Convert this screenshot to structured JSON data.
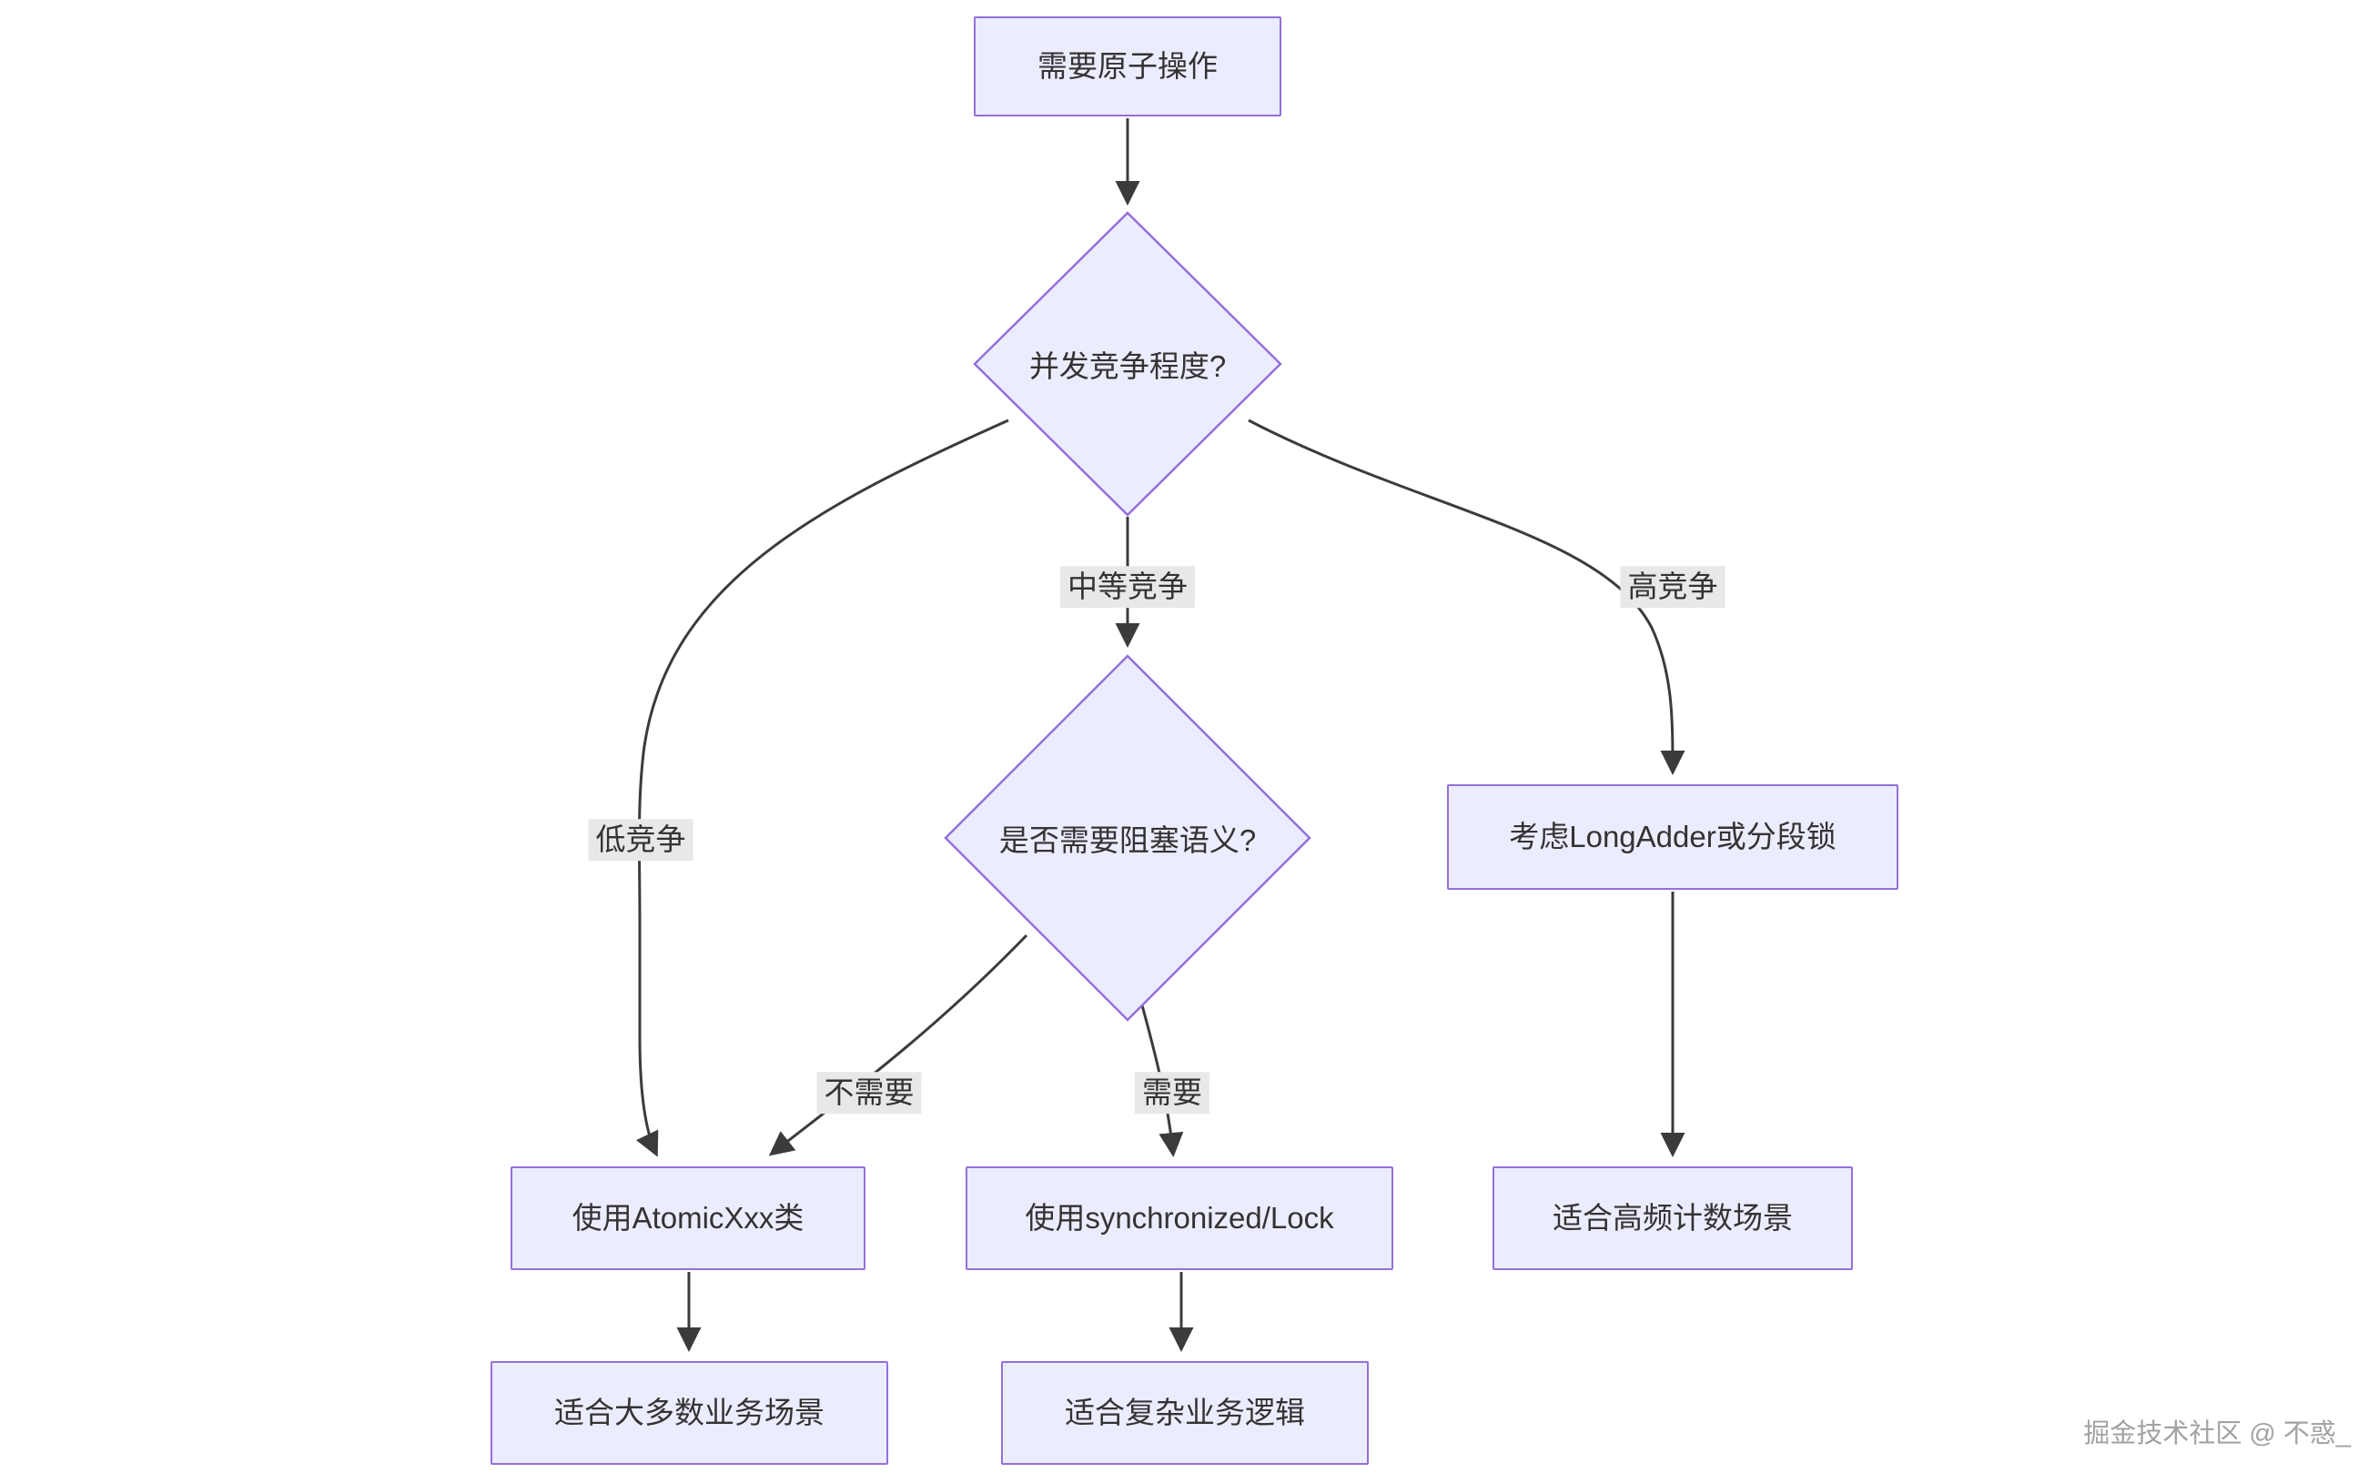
{
  "diagram": {
    "title": "atomic-operation-selection-flowchart",
    "nodes": {
      "start": {
        "label": "需要原子操作"
      },
      "contention": {
        "label": "并发竞争程度?"
      },
      "blocking": {
        "label": "是否需要阻塞语义?"
      },
      "atomic": {
        "label": "使用AtomicXxx类"
      },
      "sync": {
        "label": "使用synchronized/Lock"
      },
      "longadder": {
        "label": "考虑LongAdder或分段锁"
      },
      "most": {
        "label": "适合大多数业务场景"
      },
      "complex": {
        "label": "适合复杂业务逻辑"
      },
      "counter": {
        "label": "适合高频计数场景"
      }
    },
    "edge_labels": {
      "low": "低竞争",
      "medium": "中等竞争",
      "high": "高竞争",
      "no_need": "不需要",
      "need": "需要"
    },
    "colors": {
      "node_fill": "#ECECFF",
      "node_border": "#9370DB",
      "edge_stroke": "#3b3b3b",
      "edge_label_bg": "#e8e8e8",
      "text": "#333333",
      "background": "#ffffff"
    },
    "watermark": "掘金技术社区 @ 不惑_"
  }
}
